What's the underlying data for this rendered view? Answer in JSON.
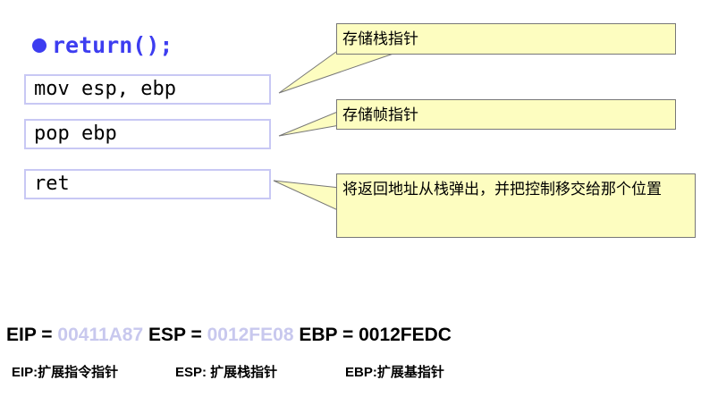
{
  "heading": {
    "label": "return();",
    "color": "#3d3df0"
  },
  "code_lines": [
    "mov esp, ebp",
    "pop ebp",
    "ret"
  ],
  "callouts": [
    "存储栈指针",
    "存储帧指针",
    "将返回地址从栈弹出，并把控制移交给那个位置"
  ],
  "registers": {
    "eip_label": "EIP = ",
    "eip_value": "00411A87",
    "esp_label": " ESP = ",
    "esp_value": "0012FE08",
    "ebp_label": " EBP = ",
    "ebp_value": "0012FEDC",
    "value_highlight_color": "#c8c8ee"
  },
  "legend": {
    "eip": "EIP:扩展指令指针",
    "esp": "ESP: 扩展栈指针",
    "ebp": "EBP:扩展基指针"
  }
}
